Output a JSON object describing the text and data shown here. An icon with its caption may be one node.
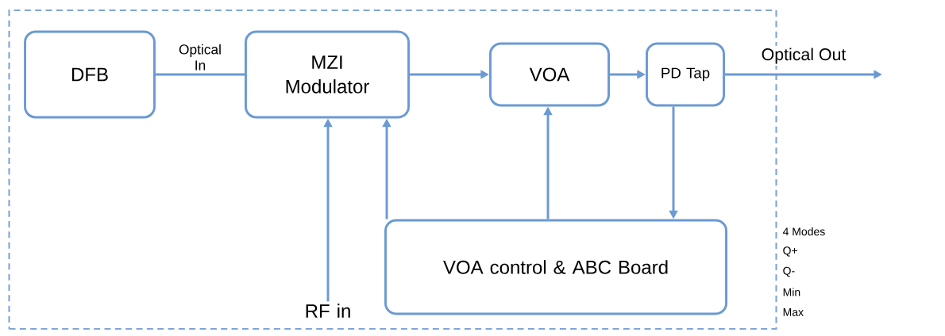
{
  "diagram": {
    "nodes": [
      {
        "text": [],
        "shape": "box"
      },
      {
        "text": [
          "DFB"
        ],
        "in": 0
      },
      {
        "text": [
          "MZI Modulator"
        ],
        "in": 0
      },
      {
        "text": [
          "VOA"
        ],
        "in": 0
      },
      {
        "text": [
          "PD Tap"
        ],
        "in": 0
      },
      {
        "text": [
          "VOA control & ABC Board"
        ],
        "in": 0
      },
      {
        "text": [
          "RF in"
        ],
        "in": 0
      }
    ],
    "edges": [
      {
        "from": 1,
        "to": 2,
        "arrow": "none",
        "label": "Optical In"
      },
      {
        "from": 2,
        "to": 3,
        "arrow": "to"
      },
      {
        "from": 3,
        "to": 4,
        "arrow": "to"
      },
      {
        "from": 4,
        "to": null,
        "arrow": "to",
        "label": "Optical Out"
      },
      {
        "from": 6,
        "to": 2,
        "arrow": "to"
      },
      {
        "from": 5,
        "to": 2,
        "arrow": "to"
      },
      {
        "from": 5,
        "to": 3,
        "arrow": "to"
      },
      {
        "from": 4,
        "to": 5,
        "arrow": "to"
      }
    ],
    "labels": [
      "4 Modes",
      "Q+",
      "Q-",
      "Min",
      "Max"
    ]
  }
}
